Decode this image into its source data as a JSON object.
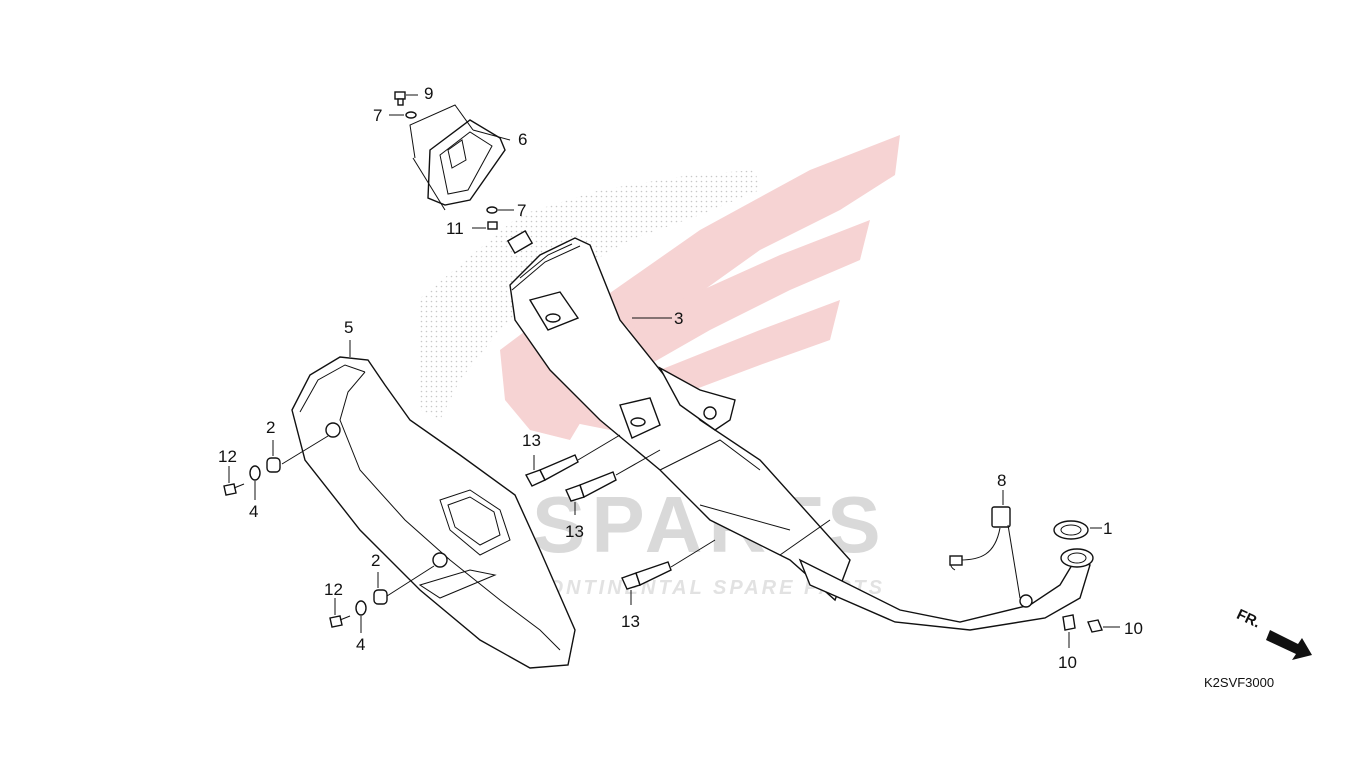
{
  "diagram": {
    "code": "K2SVF3000",
    "direction_label": "FR.",
    "watermark": {
      "brand_text": "ICSPARTS",
      "tagline": "INTERCONTINENTAL SPARE PARTS"
    },
    "callouts": [
      {
        "id": "c1",
        "label": "1"
      },
      {
        "id": "c2a",
        "label": "2"
      },
      {
        "id": "c2b",
        "label": "2"
      },
      {
        "id": "c3",
        "label": "3"
      },
      {
        "id": "c4a",
        "label": "4"
      },
      {
        "id": "c4b",
        "label": "4"
      },
      {
        "id": "c5",
        "label": "5"
      },
      {
        "id": "c6",
        "label": "6"
      },
      {
        "id": "c7a",
        "label": "7"
      },
      {
        "id": "c7b",
        "label": "7"
      },
      {
        "id": "c8",
        "label": "8"
      },
      {
        "id": "c9",
        "label": "9"
      },
      {
        "id": "c10a",
        "label": "10"
      },
      {
        "id": "c10b",
        "label": "10"
      },
      {
        "id": "c11",
        "label": "11"
      },
      {
        "id": "c12a",
        "label": "12"
      },
      {
        "id": "c12b",
        "label": "12"
      },
      {
        "id": "c13a",
        "label": "13"
      },
      {
        "id": "c13b",
        "label": "13"
      },
      {
        "id": "c13c",
        "label": "13"
      }
    ],
    "colors": {
      "line": "#111111",
      "watermark_wing": "#f3c9c9",
      "watermark_dots": "#c8c8c8",
      "watermark_text": "#d9d9d9"
    }
  }
}
